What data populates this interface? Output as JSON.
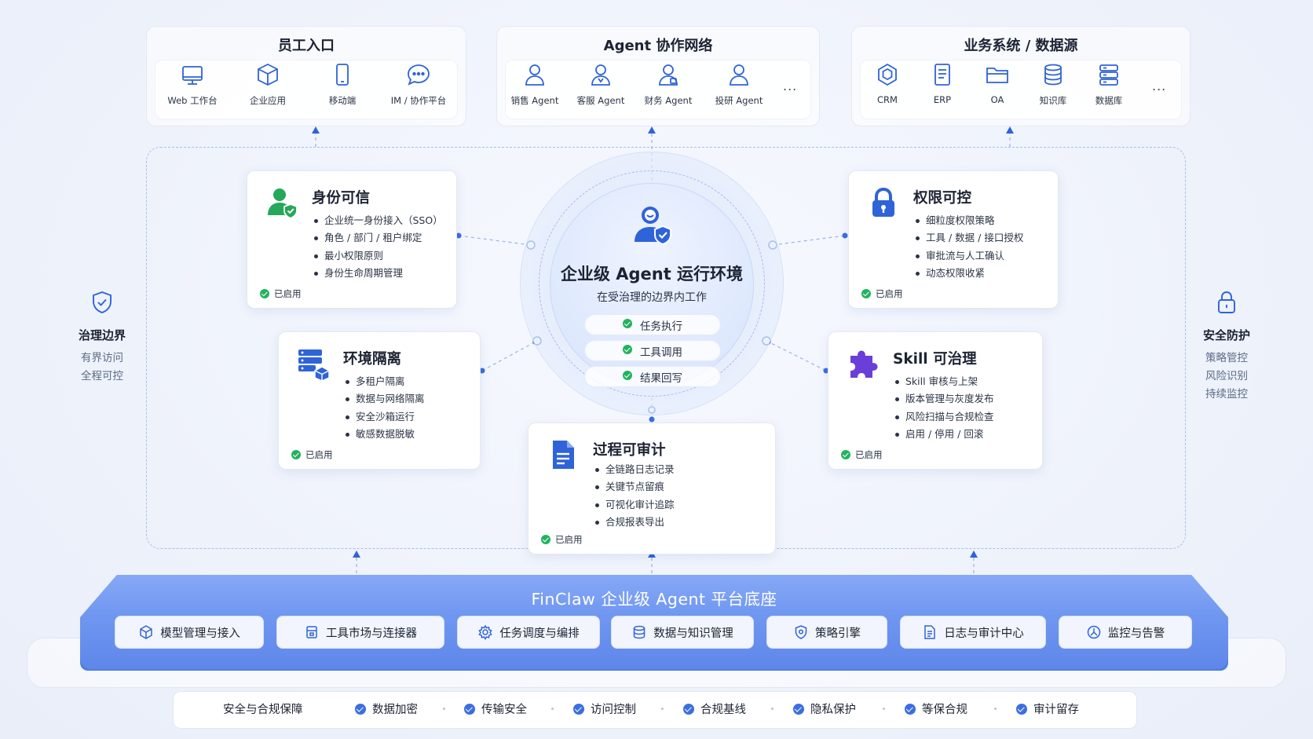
{
  "top_panels": {
    "employee": {
      "title": "员工入口",
      "items": [
        {
          "label": "Web 工作台",
          "icon": "monitor-icon"
        },
        {
          "label": "企业应用",
          "icon": "cube-icon"
        },
        {
          "label": "移动端",
          "icon": "mobile-icon"
        },
        {
          "label": "IM / 协作平台",
          "icon": "chat-icon"
        }
      ]
    },
    "agents": {
      "title": "Agent 协作网络",
      "items": [
        {
          "label": "销售 Agent",
          "icon": "user-icon"
        },
        {
          "label": "客服 Agent",
          "icon": "user-icon"
        },
        {
          "label": "财务 Agent",
          "icon": "user-icon"
        },
        {
          "label": "投研 Agent",
          "icon": "user-icon"
        }
      ],
      "more": "..."
    },
    "systems": {
      "title": "业务系统 / 数据源",
      "items": [
        {
          "label": "CRM",
          "icon": "hexagon-icon"
        },
        {
          "label": "ERP",
          "icon": "document-icon"
        },
        {
          "label": "OA",
          "icon": "folder-icon"
        },
        {
          "label": "知识库",
          "icon": "database-icon"
        },
        {
          "label": "数据库",
          "icon": "server-icon"
        }
      ],
      "more": "..."
    }
  },
  "side_left": {
    "title": "治理边界",
    "lines": [
      "有界访问",
      "全程可控"
    ],
    "icon": "shield-check-icon"
  },
  "side_right": {
    "title": "安全防护",
    "lines": [
      "策略管控",
      "风险识别",
      "持续监控"
    ],
    "icon": "lock-icon"
  },
  "center": {
    "title": "企业级 Agent 运行环境",
    "subtitle": "在受治理的边界内工作",
    "pills": [
      "任务执行",
      "工具调用",
      "结果回写"
    ],
    "icon": "agent-shield-icon"
  },
  "cards": {
    "identity": {
      "title": "身份可信",
      "items": [
        "企业统一身份接入（SSO）",
        "角色 / 部门 / 租户绑定",
        "最小权限原则",
        "身份生命周期管理"
      ],
      "status": "已启用",
      "icon": "user-shield-icon"
    },
    "permission": {
      "title": "权限可控",
      "items": [
        "细粒度权限策略",
        "工具 / 数据 / 接口授权",
        "审批流与人工确认",
        "动态权限收紧"
      ],
      "status": "已启用",
      "icon": "padlock-icon"
    },
    "isolation": {
      "title": "环境隔离",
      "items": [
        "多租户隔离",
        "数据与网络隔离",
        "安全沙箱运行",
        "敏感数据脱敏"
      ],
      "status": "已启用",
      "icon": "server-cube-icon"
    },
    "skill": {
      "title": "Skill 可治理",
      "items": [
        "Skill 审核与上架",
        "版本管理与灰度发布",
        "风险扫描与合规检查",
        "启用 / 停用 / 回滚"
      ],
      "status": "已启用",
      "icon": "puzzle-icon"
    },
    "audit": {
      "title": "过程可审计",
      "items": [
        "全链路日志记录",
        "关键节点留痕",
        "可视化审计追踪",
        "合规报表导出"
      ],
      "status": "已启用",
      "icon": "file-icon"
    }
  },
  "platform": {
    "title": "FinClaw 企业级 Agent 平台底座",
    "chips": [
      {
        "label": "模型管理与接入",
        "icon": "cube-icon"
      },
      {
        "label": "工具市场与连接器",
        "icon": "store-icon"
      },
      {
        "label": "任务调度与编排",
        "icon": "gear-icon"
      },
      {
        "label": "数据与知识管理",
        "icon": "database-icon"
      },
      {
        "label": "策略引擎",
        "icon": "shield-icon"
      },
      {
        "label": "日志与审计中心",
        "icon": "log-icon"
      },
      {
        "label": "监控与告警",
        "icon": "alarm-icon"
      }
    ]
  },
  "security": {
    "title": "安全与合规保障",
    "items": [
      "数据加密",
      "传输安全",
      "访问控制",
      "合规基线",
      "隐私保护",
      "等保合规",
      "审计留存"
    ]
  },
  "colors": {
    "accent": "#3b6ee0",
    "platform": "#6f96f0",
    "enabled": "#22b35e",
    "dash": "#a9bfe8"
  }
}
